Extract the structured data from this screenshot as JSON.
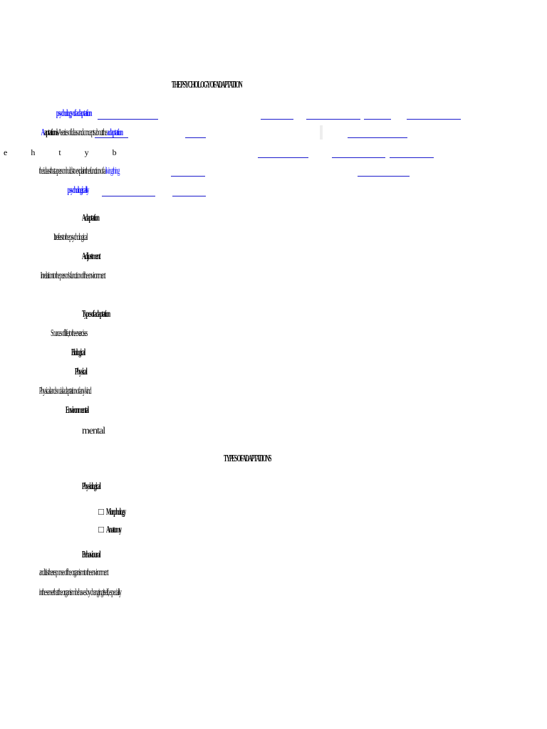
{
  "title": "THE PSYCHOLOGY OF ADAPTATION",
  "intro": {
    "line1": "psychology of adaptation",
    "line2_a": "A ",
    "line2_b": "aptation is",
    "line2_c": "A series of ideas and concepts about the",
    "line2_d": "adaptation",
    "line3": "e h t   y b",
    "line4_a": "the ideas that a person holds to explain",
    "line4_b": "the function of a",
    "line4_c": "living thing",
    "line5": "psychologically"
  },
  "body": {
    "item1": "Adaptation",
    "line1": "It refers to the psychological",
    "item2": "Adjustment",
    "line2": "In relation to the person's function of the environment",
    "item3": "Types of adaptation",
    "line3": "Sources of life, to the exercises",
    "item4": "Biological",
    "item5": "Physical",
    "line4": "Physical and social adaptation of any kind",
    "item6": "Environmental",
    "line5": "mental"
  },
  "heading2": "TYPES OF ADAPTATIONS",
  "section2": {
    "item1": "Physiological",
    "bullet_glyph": "□",
    "bullet1": "Morphology",
    "bullet2": "Anatomy",
    "item2": "Behavioural",
    "line1": "and it is the response of the organism to the environment",
    "line2": "in the sense that the organism behaves by changing itself, especially"
  }
}
